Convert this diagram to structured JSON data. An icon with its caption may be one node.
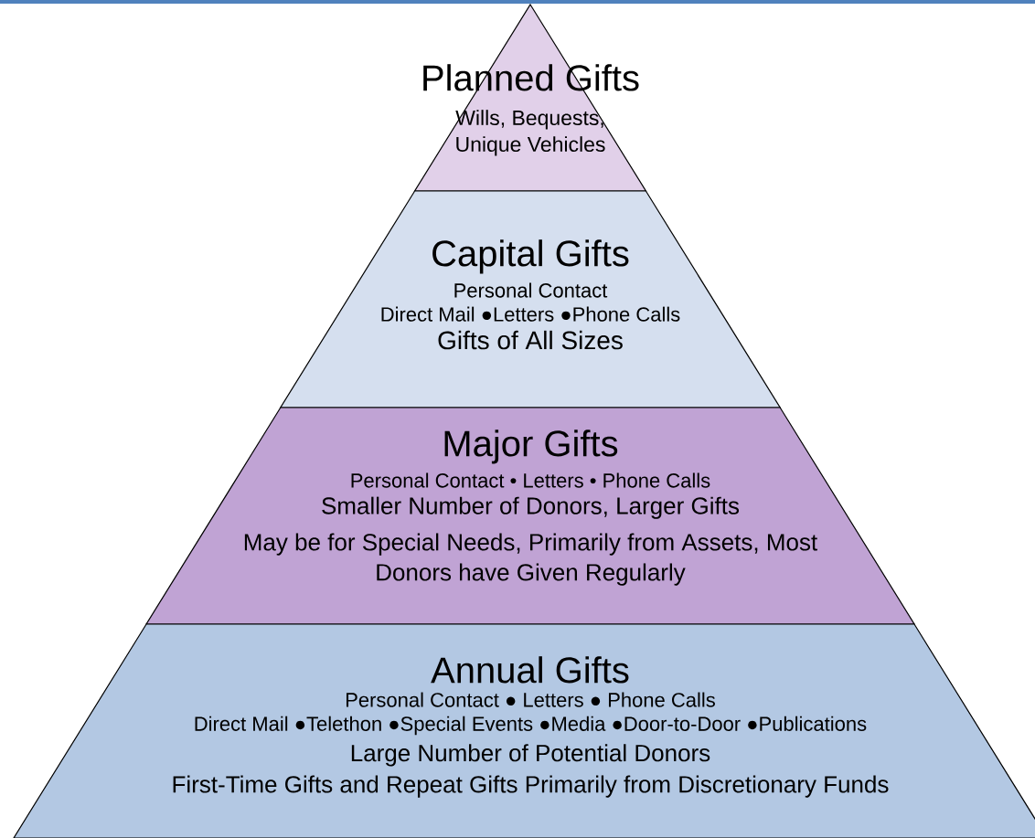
{
  "diagram": {
    "nodes": [
      {
        "text": [
          "Planned Gifts",
          "Wills, Bequests, Unique Vehicles"
        ]
      },
      {
        "text": [
          "Capital Gifts",
          "Personal Contact",
          "Direct Mail ●Letters ●Phone Calls",
          "Gifts of All Sizes"
        ]
      },
      {
        "text": [
          "Major Gifts",
          "Personal Contact • Letters • Phone Calls",
          "Smaller Number of Donors, Larger Gifts",
          "May be for Special Needs, Primarily from Assets, Most Donors have Given Regularly"
        ]
      },
      {
        "text": [
          "Annual Gifts",
          "Personal Contact ● Letters ● Phone Calls",
          "Direct Mail ●Telethon ●Special Events ●Media ●Door-to-Door ●Publications",
          "Large Number of Potential Donors",
          "First-Time Gifts and Repeat Gifts Primarily from Discretionary Funds"
        ]
      }
    ]
  }
}
